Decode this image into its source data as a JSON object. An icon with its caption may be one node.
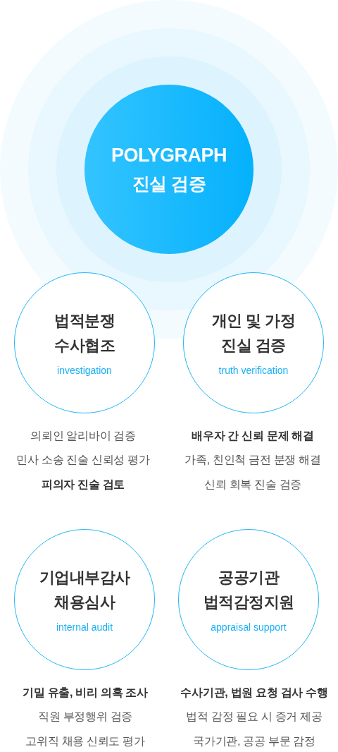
{
  "diagram": {
    "nodes": [
      {
        "text": [
          "POLYGRAPH",
          "진실 검증"
        ]
      },
      {
        "text": [
          "법적분쟁 수사협조",
          "investigation"
        ],
        "beside": [
          "의뢰인 알리바이 검증",
          "민사 소송 진술 신뢰성 평가",
          "피의자 진술 검토"
        ]
      },
      {
        "text": [
          "개인 및 가정 진실 검증",
          "truth verification"
        ],
        "beside": [
          "배우자 간 신뢰 문제 해결",
          "가족, 친인척 금전 분쟁 해결",
          "신뢰 회복 진술 검증"
        ]
      },
      {
        "text": [
          "기업내부감사 채용심사",
          "internal audit"
        ],
        "beside": [
          "기밀 유출, 비리 의혹 조사",
          "직원 부정행위 검증",
          "고위직 채용 신뢰도 평가"
        ]
      },
      {
        "text": [
          "공공기관 법적감정지원",
          "appraisal support"
        ],
        "beside": [
          "수사기관, 법원 요청 검사 수행",
          "법적 감정 필요 시 증거 제공",
          "국가기관, 공공 부문 감정"
        ]
      }
    ]
  }
}
